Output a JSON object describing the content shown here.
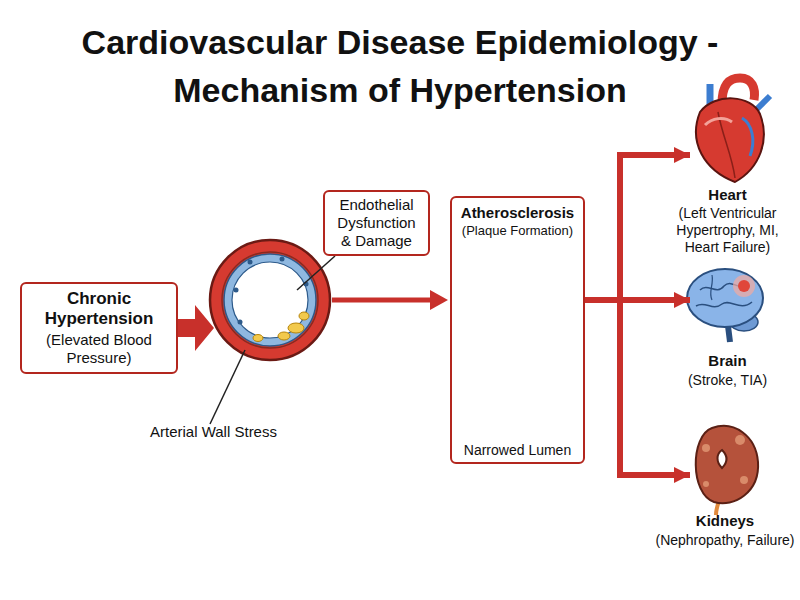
{
  "diagram": {
    "title": "Cardiovascular Disease Epidemiology - Mechanism of Hypertension",
    "nodes": [
      {
        "text": [
          "Chronic Hypertension",
          "(Elevated Blood Pressure)"
        ]
      },
      {
        "text": [
          "Endothelial Dysfunction & Damage"
        ]
      },
      {
        "text": [
          "Atherosclerosis",
          "(Plaque Formation)",
          "Narrowed Lumen"
        ]
      },
      {
        "text": [
          "Heart",
          "(Left Ventricular Hypertrophy, MI, Heart Failure)"
        ]
      },
      {
        "text": [
          "Brain",
          "(Stroke, TIA)"
        ]
      },
      {
        "text": [
          "Kidneys",
          "(Nephropathy, Failure)"
        ]
      }
    ],
    "edges": [
      {
        "from": 2,
        "to": 3,
        "arrow": "to"
      },
      {
        "from": 2,
        "to": 4,
        "arrow": "to"
      },
      {
        "from": 2,
        "to": 5,
        "arrow": "to"
      }
    ],
    "labels": [
      "Arterial Wall Stress"
    ]
  }
}
